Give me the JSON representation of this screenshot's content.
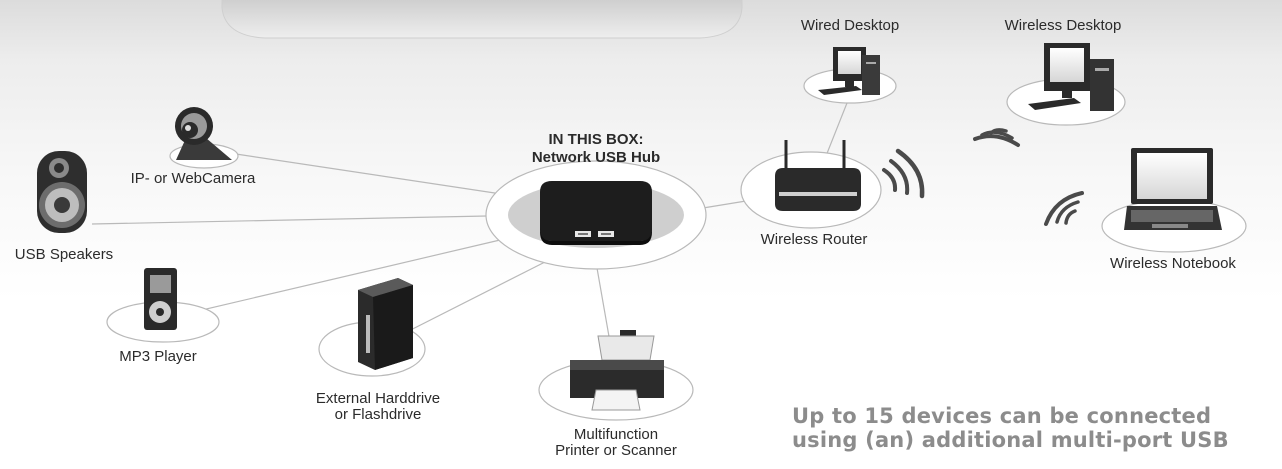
{
  "hub": {
    "title_line1": "IN THIS BOX:",
    "title_line2": "Network USB Hub"
  },
  "devices": {
    "ip_camera": "IP- or WebCamera",
    "usb_speakers": "USB Speakers",
    "mp3_player": "MP3 Player",
    "external_drive_line1": "External Harddrive",
    "external_drive_line2": "or Flashdrive",
    "printer_line1": "Multifunction",
    "printer_line2": "Printer or Scanner",
    "wireless_router": "Wireless Router",
    "wired_desktop": "Wired Desktop",
    "wireless_desktop": "Wireless Desktop",
    "wireless_notebook": "Wireless Notebook"
  },
  "note": {
    "line1": "Up to 15 devices can be connected",
    "line2": "using (an) additional multi-port USB"
  },
  "colors": {
    "device_dark": "#2a2a2a",
    "device_mid": "#555555",
    "link_line": "#b5b5b5",
    "note_text": "#8c8c8c"
  }
}
